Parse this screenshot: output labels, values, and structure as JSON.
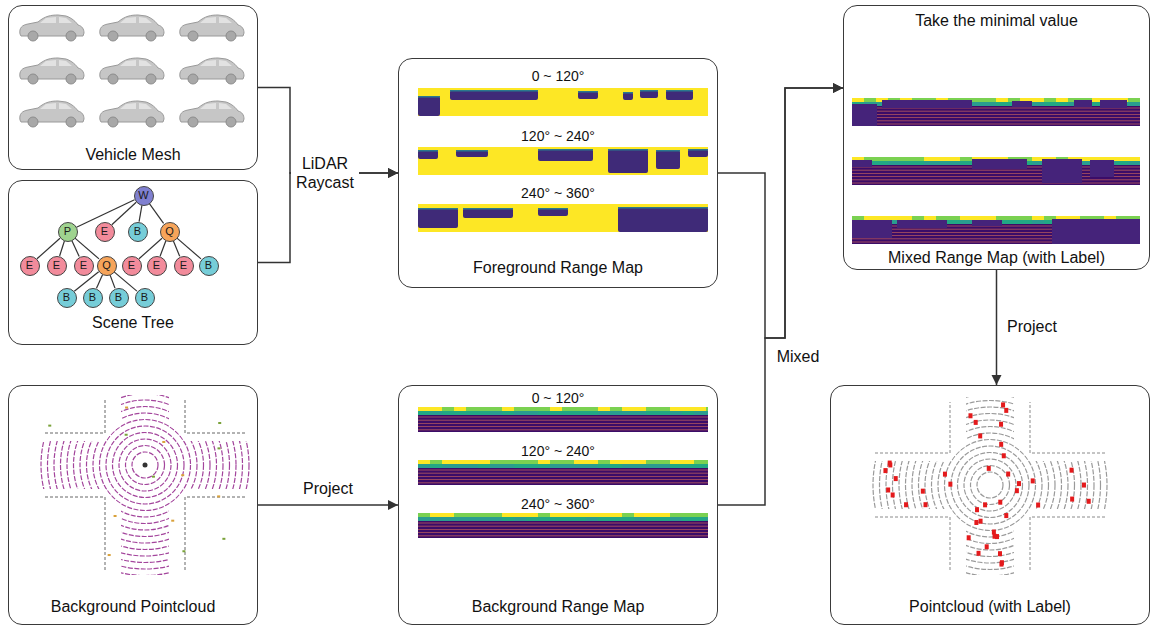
{
  "diagram": {
    "nodes": [
      {
        "text": [
          "Vehicle Mesh"
        ]
      },
      {
        "text": [
          "Scene Tree"
        ]
      },
      {
        "text": [
          "W"
        ],
        "in": 1
      },
      {
        "text": [
          "P"
        ],
        "in": 1
      },
      {
        "text": [
          "E"
        ],
        "in": 1
      },
      {
        "text": [
          "B"
        ],
        "in": 1
      },
      {
        "text": [
          "Q"
        ],
        "in": 1
      },
      {
        "text": [
          "E"
        ],
        "in": 1
      },
      {
        "text": [
          "E"
        ],
        "in": 1
      },
      {
        "text": [
          "E"
        ],
        "in": 1
      },
      {
        "text": [
          "Q"
        ],
        "in": 1
      },
      {
        "text": [
          "E"
        ],
        "in": 1
      },
      {
        "text": [
          "E"
        ],
        "in": 1
      },
      {
        "text": [
          "E"
        ],
        "in": 1
      },
      {
        "text": [
          "B"
        ],
        "in": 1
      },
      {
        "text": [
          "B"
        ],
        "in": 1
      },
      {
        "text": [
          "B"
        ],
        "in": 1
      },
      {
        "text": [
          "B"
        ],
        "in": 1
      },
      {
        "text": [
          "B"
        ],
        "in": 1
      },
      {
        "text": [
          "0 ~ 120°",
          "120° ~ 240°",
          "240° ~ 360°",
          "Foreground Range Map"
        ]
      },
      {
        "text": [
          "Background Pointcloud"
        ]
      },
      {
        "text": [
          "0 ~ 120°",
          "120° ~ 240°",
          "240° ~ 360°",
          "Background Range Map"
        ]
      },
      {
        "text": [
          "Take the minimal value",
          "Mixed Range Map (with Label)"
        ]
      },
      {
        "text": [
          "Pointcloud (with Label)"
        ]
      }
    ],
    "edges": [
      {
        "from": 0,
        "to": 19,
        "arrow": "to",
        "label": "LiDAR Raycast"
      },
      {
        "from": 1,
        "to": 19,
        "arrow": "to"
      },
      {
        "from": 20,
        "to": 21,
        "arrow": "to",
        "label": "Project"
      },
      {
        "from": 19,
        "to": 22,
        "arrow": "to",
        "label": "Mixed"
      },
      {
        "from": 21,
        "to": 22,
        "arrow": "to"
      },
      {
        "from": 22,
        "to": 23,
        "arrow": "to",
        "label": "Project"
      },
      {
        "from": 2,
        "to": 3,
        "arrow": "none"
      },
      {
        "from": 2,
        "to": 4,
        "arrow": "none"
      },
      {
        "from": 2,
        "to": 5,
        "arrow": "none"
      },
      {
        "from": 2,
        "to": 6,
        "arrow": "none"
      },
      {
        "from": 3,
        "to": 7,
        "arrow": "none"
      },
      {
        "from": 3,
        "to": 8,
        "arrow": "none"
      },
      {
        "from": 3,
        "to": 9,
        "arrow": "none"
      },
      {
        "from": 3,
        "to": 10,
        "arrow": "none"
      },
      {
        "from": 6,
        "to": 11,
        "arrow": "none"
      },
      {
        "from": 6,
        "to": 12,
        "arrow": "none"
      },
      {
        "from": 6,
        "to": 13,
        "arrow": "none"
      },
      {
        "from": 6,
        "to": 14,
        "arrow": "none"
      },
      {
        "from": 10,
        "to": 15,
        "arrow": "none"
      },
      {
        "from": 10,
        "to": 16,
        "arrow": "none"
      },
      {
        "from": 10,
        "to": 17,
        "arrow": "none"
      },
      {
        "from": 10,
        "to": 18,
        "arrow": "none"
      }
    ]
  }
}
